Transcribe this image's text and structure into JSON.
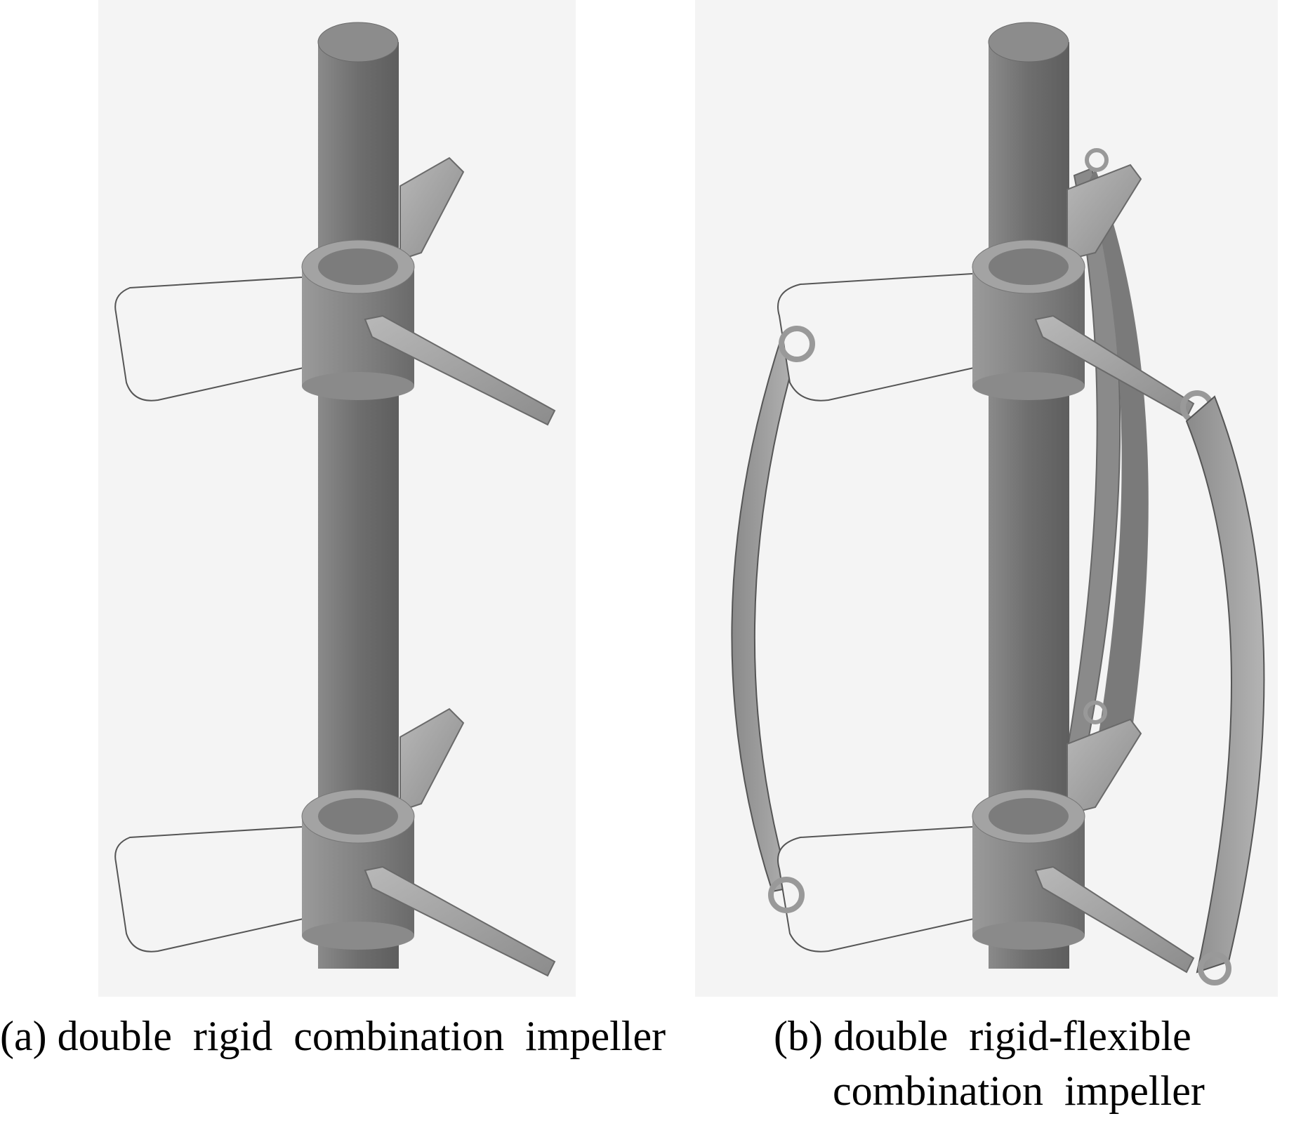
{
  "figures": [
    {
      "id": "a",
      "caption_lines": [
        "(a) double  rigid  combination  impeller"
      ]
    },
    {
      "id": "b",
      "caption_lines": [
        "(b) double  rigid-flexible",
        "combination  impeller"
      ]
    }
  ],
  "colors": {
    "background": "#ffffff",
    "panel_background": "#f4f4f4",
    "shaft": "#7a7a7a",
    "shaft_highlight": "#9a9a9a",
    "blade": "#a8a8a8",
    "outline": "#555555",
    "flex_blade": "#9c9c9c"
  }
}
